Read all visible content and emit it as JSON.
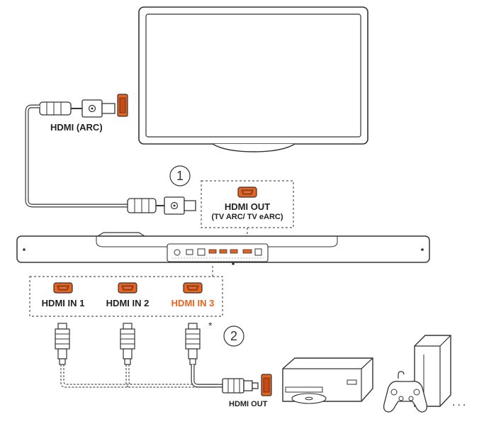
{
  "labels": {
    "hdmi_arc": "HDMI (ARC)",
    "hdmi_out_soundbar": "HDMI OUT",
    "hdmi_out_soundbar_sub": "(TV ARC/ TV eARC)",
    "hdmi_in_1": "HDMI IN 1",
    "hdmi_in_2": "HDMI IN 2",
    "hdmi_in_3": "HDMI IN 3",
    "hdmi_out_device": "HDMI OUT"
  },
  "steps": {
    "one": "1",
    "two": "2"
  },
  "asterisk": "*",
  "ellipsis": "...",
  "colors": {
    "accent": "#e8641e",
    "line": "#333333",
    "dashed": "#555555",
    "fill": "#ffffff"
  },
  "icons": [
    "tv-icon",
    "soundbar-icon",
    "hdmi-port-icon",
    "hdmi-plug-icon",
    "blu-ray-player-icon",
    "game-console-icon",
    "gamepad-icon"
  ]
}
